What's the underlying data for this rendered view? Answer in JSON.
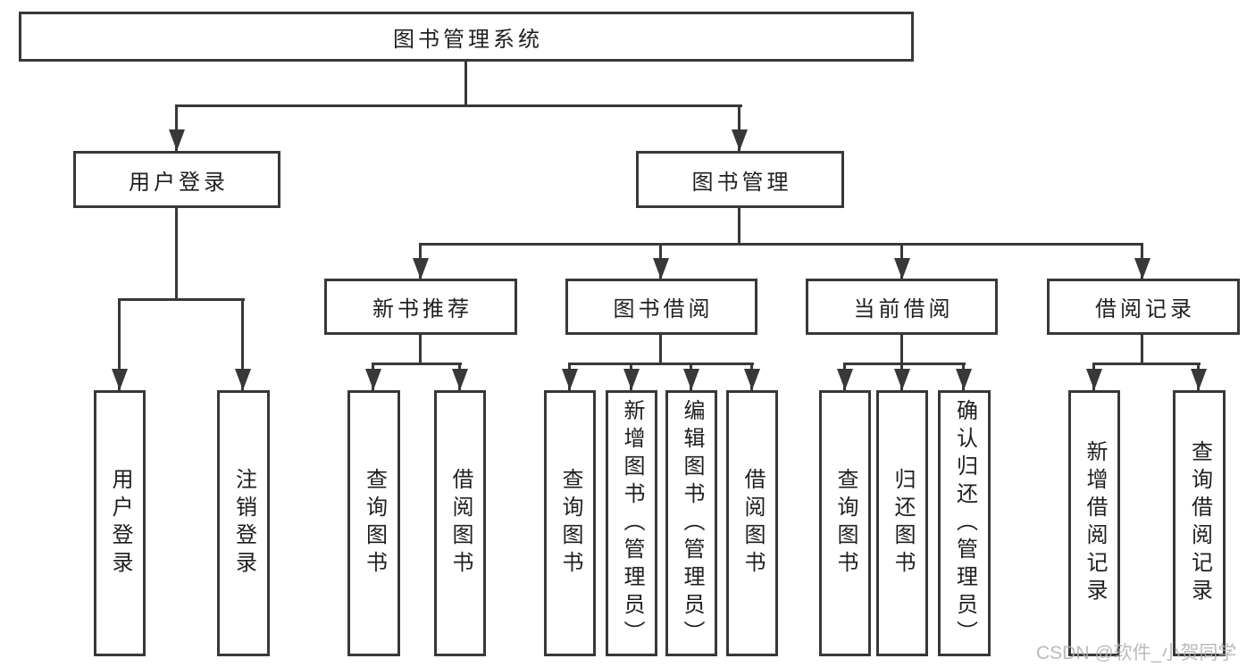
{
  "tree": {
    "root": {
      "label": "图书管理系统"
    },
    "branches": [
      {
        "label": "用户登录",
        "children": [
          {
            "label": "用户登录"
          },
          {
            "label": "注销登录"
          }
        ]
      },
      {
        "label": "图书管理",
        "groups": [
          {
            "label": "新书推荐",
            "children": [
              {
                "label": "查询图书"
              },
              {
                "label": "借阅图书"
              }
            ]
          },
          {
            "label": "图书借阅",
            "children": [
              {
                "label": "查询图书"
              },
              {
                "label": "新增图书（管理员）"
              },
              {
                "label": "编辑图书（管理员）"
              },
              {
                "label": "借阅图书"
              }
            ]
          },
          {
            "label": "当前借阅",
            "children": [
              {
                "label": "查询图书"
              },
              {
                "label": "归还图书"
              },
              {
                "label": "确认归还（管理员）"
              }
            ]
          },
          {
            "label": "借阅记录",
            "children": [
              {
                "label": "新增借阅记录"
              },
              {
                "label": "查询借阅记录"
              }
            ]
          }
        ]
      }
    ]
  },
  "watermark": "CSDN @软件_小贺同学",
  "colors": {
    "line": "#383838",
    "text": "#1f1f1f",
    "background": "#ffffff",
    "watermark": "#b2adb0"
  }
}
